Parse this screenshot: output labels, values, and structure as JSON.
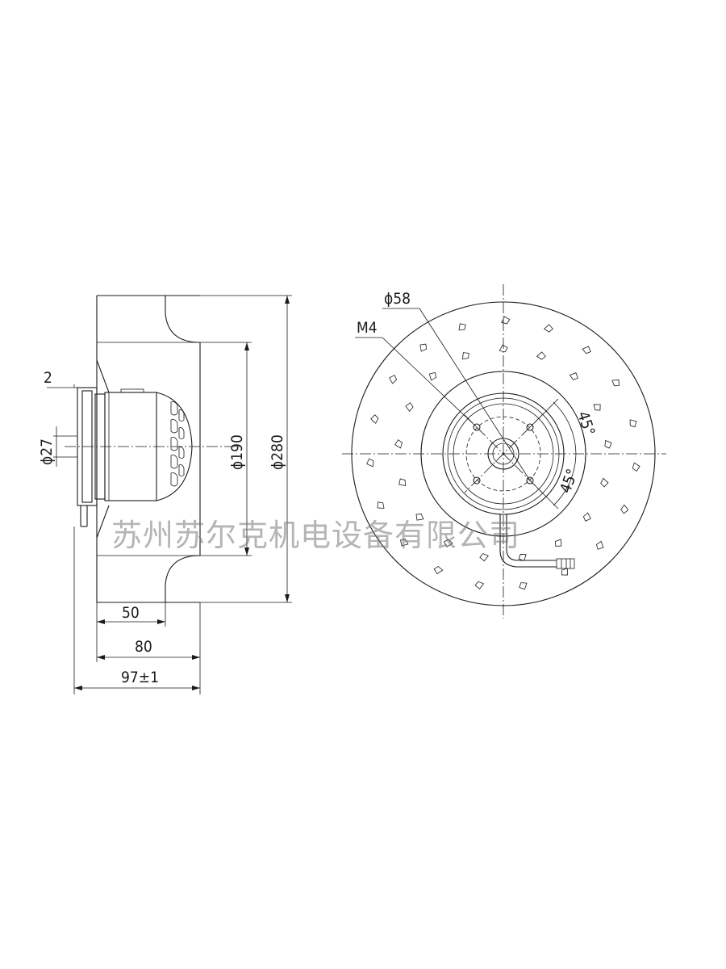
{
  "dimensions": {
    "flange_thickness": "2",
    "shaft_diameter": "ϕ27",
    "inlet_diameter": "ϕ190",
    "outer_diameter": "ϕ280",
    "depth_50": "50",
    "depth_80": "80",
    "total_depth": "97±1",
    "bolt_circle": "ϕ58",
    "thread": "M4",
    "angle_upper": "45°",
    "angle_lower": "45°"
  },
  "watermark": "苏州苏尔克机电设备有限公司"
}
